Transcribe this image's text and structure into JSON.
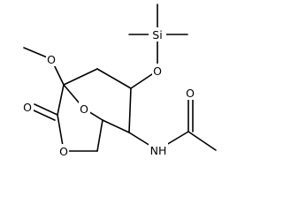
{
  "molecule": {
    "atoms": {
      "si": "Si",
      "o_silyl": "O",
      "o_methoxy": "O",
      "o_carbonyl": "O",
      "o_lactone": "O",
      "o_bridge": "O",
      "n_amide": "NH",
      "o_amide": "O"
    }
  },
  "colors": {
    "ink": "#000000",
    "background": "#ffffff"
  }
}
